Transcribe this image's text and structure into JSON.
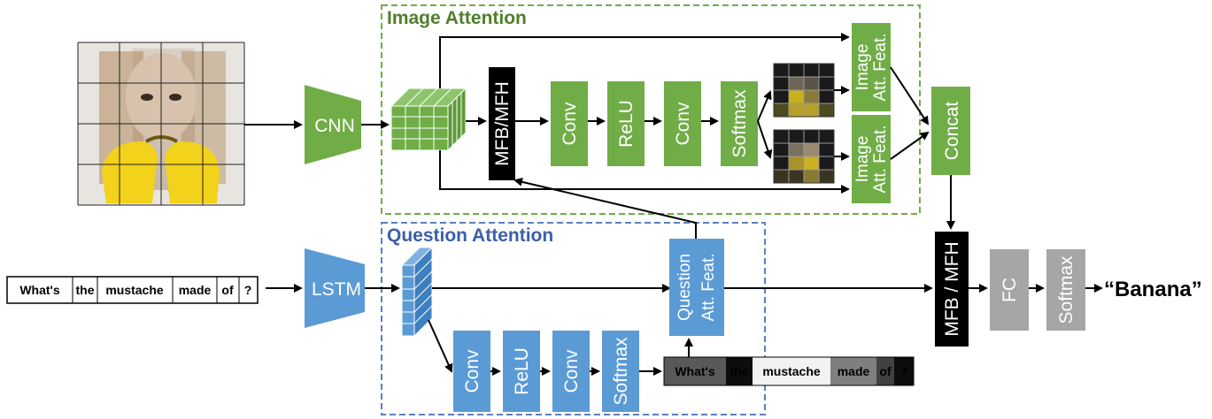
{
  "image_attention": {
    "title": "Image Attention",
    "cnn": "CNN",
    "fusion": "MFB/MFH",
    "ops": [
      "Conv",
      "ReLU",
      "Conv",
      "Softmax"
    ],
    "att_feat_1": [
      "Image",
      "Att. Feat."
    ],
    "att_feat_2": [
      "Image",
      "Att. Feat."
    ],
    "concat": "Concat"
  },
  "question_attention": {
    "title": "Question Attention",
    "lstm": "LSTM",
    "ops": [
      "Conv",
      "ReLU",
      "Conv",
      "Softmax"
    ],
    "att_feat": [
      "Question",
      "Att. Feat."
    ]
  },
  "question_tokens": [
    "What's",
    "the",
    "mustache",
    "made",
    "of",
    "?"
  ],
  "question_att_weights": [
    0.25,
    0.05,
    0.95,
    0.4,
    0.15,
    0.05
  ],
  "final": {
    "fusion": "MFB / MFH",
    "fc": "FC",
    "softmax": "Softmax",
    "answer": "“Banana”"
  },
  "colors": {
    "green": "#70AD47",
    "blue": "#5B9BD5",
    "gray": "#A6A6A6",
    "black": "#000000",
    "green_dash": "#70AD47",
    "blue_dash": "#5B7FBF",
    "title_green": "#4E7F2A",
    "title_blue": "#3C5FA8"
  }
}
